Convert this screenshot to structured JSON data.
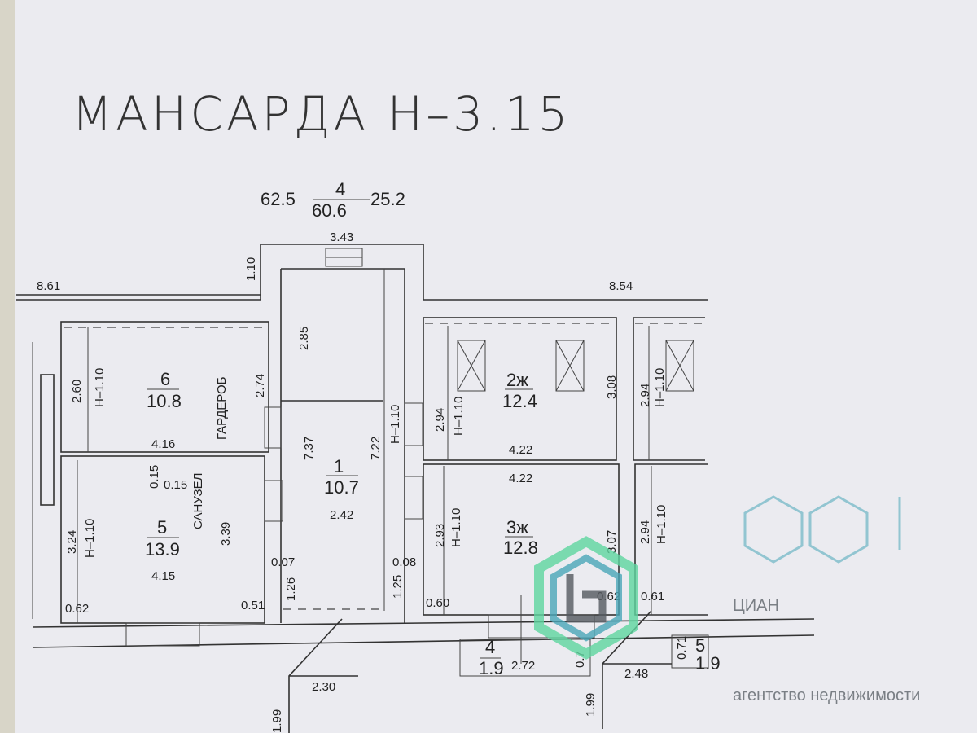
{
  "title": "МАНСАРДА  Н–3.15",
  "summary": {
    "left": "62.5",
    "floor": "4",
    "total": "60.6",
    "right": "25.2"
  },
  "outer_dims": {
    "top_width": "3.43",
    "top_offset": "1.10",
    "left_len": "8.61",
    "right_len": "8.54"
  },
  "rooms": {
    "r6": {
      "number": "6",
      "area": "10.8",
      "name": "ГАРДЕРОБ",
      "height_left": "2.60",
      "ceiling": "Н–1.10",
      "height_right": "2.74",
      "width": "4.16"
    },
    "r5": {
      "number": "5",
      "area": "13.9",
      "name": "САНУЗЕЛ",
      "d1": "0.15",
      "d2": "0.15",
      "height_left": "3.24",
      "ceiling": "Н–1.10",
      "height_right": "3.39",
      "width": "4.15",
      "corner_left": "0.62",
      "corner_right": "0.51"
    },
    "r1": {
      "number": "1",
      "area": "10.7",
      "top_len": "2.85",
      "len_left": "7.37",
      "width": "2.42",
      "len_right": "7.22",
      "ceiling": "Н–1.10",
      "d_left": "0.07",
      "low_left": "1.26",
      "d_right": "0.08",
      "low_right": "1.25"
    },
    "r2": {
      "number": "2ж",
      "area": "12.4",
      "height_left": "2.94",
      "ceiling": "Н–1.10",
      "height_right": "3.08",
      "width": "4.22"
    },
    "r3": {
      "number": "3ж",
      "area": "12.8",
      "width": "4.22",
      "height_left": "2.93",
      "ceiling": "Н–1.10",
      "height_right": "3.07",
      "corner_left": "0.60",
      "corner_right": "0.62"
    },
    "r_right_top": {
      "height": "2.94",
      "ceiling": "Н–1.10"
    },
    "r_right_bottom": {
      "height": "2.94",
      "ceiling": "Н–1.10",
      "corner": "0.61"
    },
    "r4": {
      "number": "4",
      "area": "1.9",
      "width": "2.72",
      "depth": "0.7"
    },
    "r5b": {
      "number": "5",
      "area": "1.9",
      "depth": "0.71"
    }
  },
  "bottom_dims": {
    "left_len": "2.30",
    "left_h": "1.99",
    "right_len": "2.48",
    "right_h": "1.99"
  },
  "watermark": {
    "brand": "ЦИАН",
    "tagline": "агентство недвижимости",
    "logo_color": "#5fd6a0",
    "logo_color2": "#4aa7b8"
  }
}
